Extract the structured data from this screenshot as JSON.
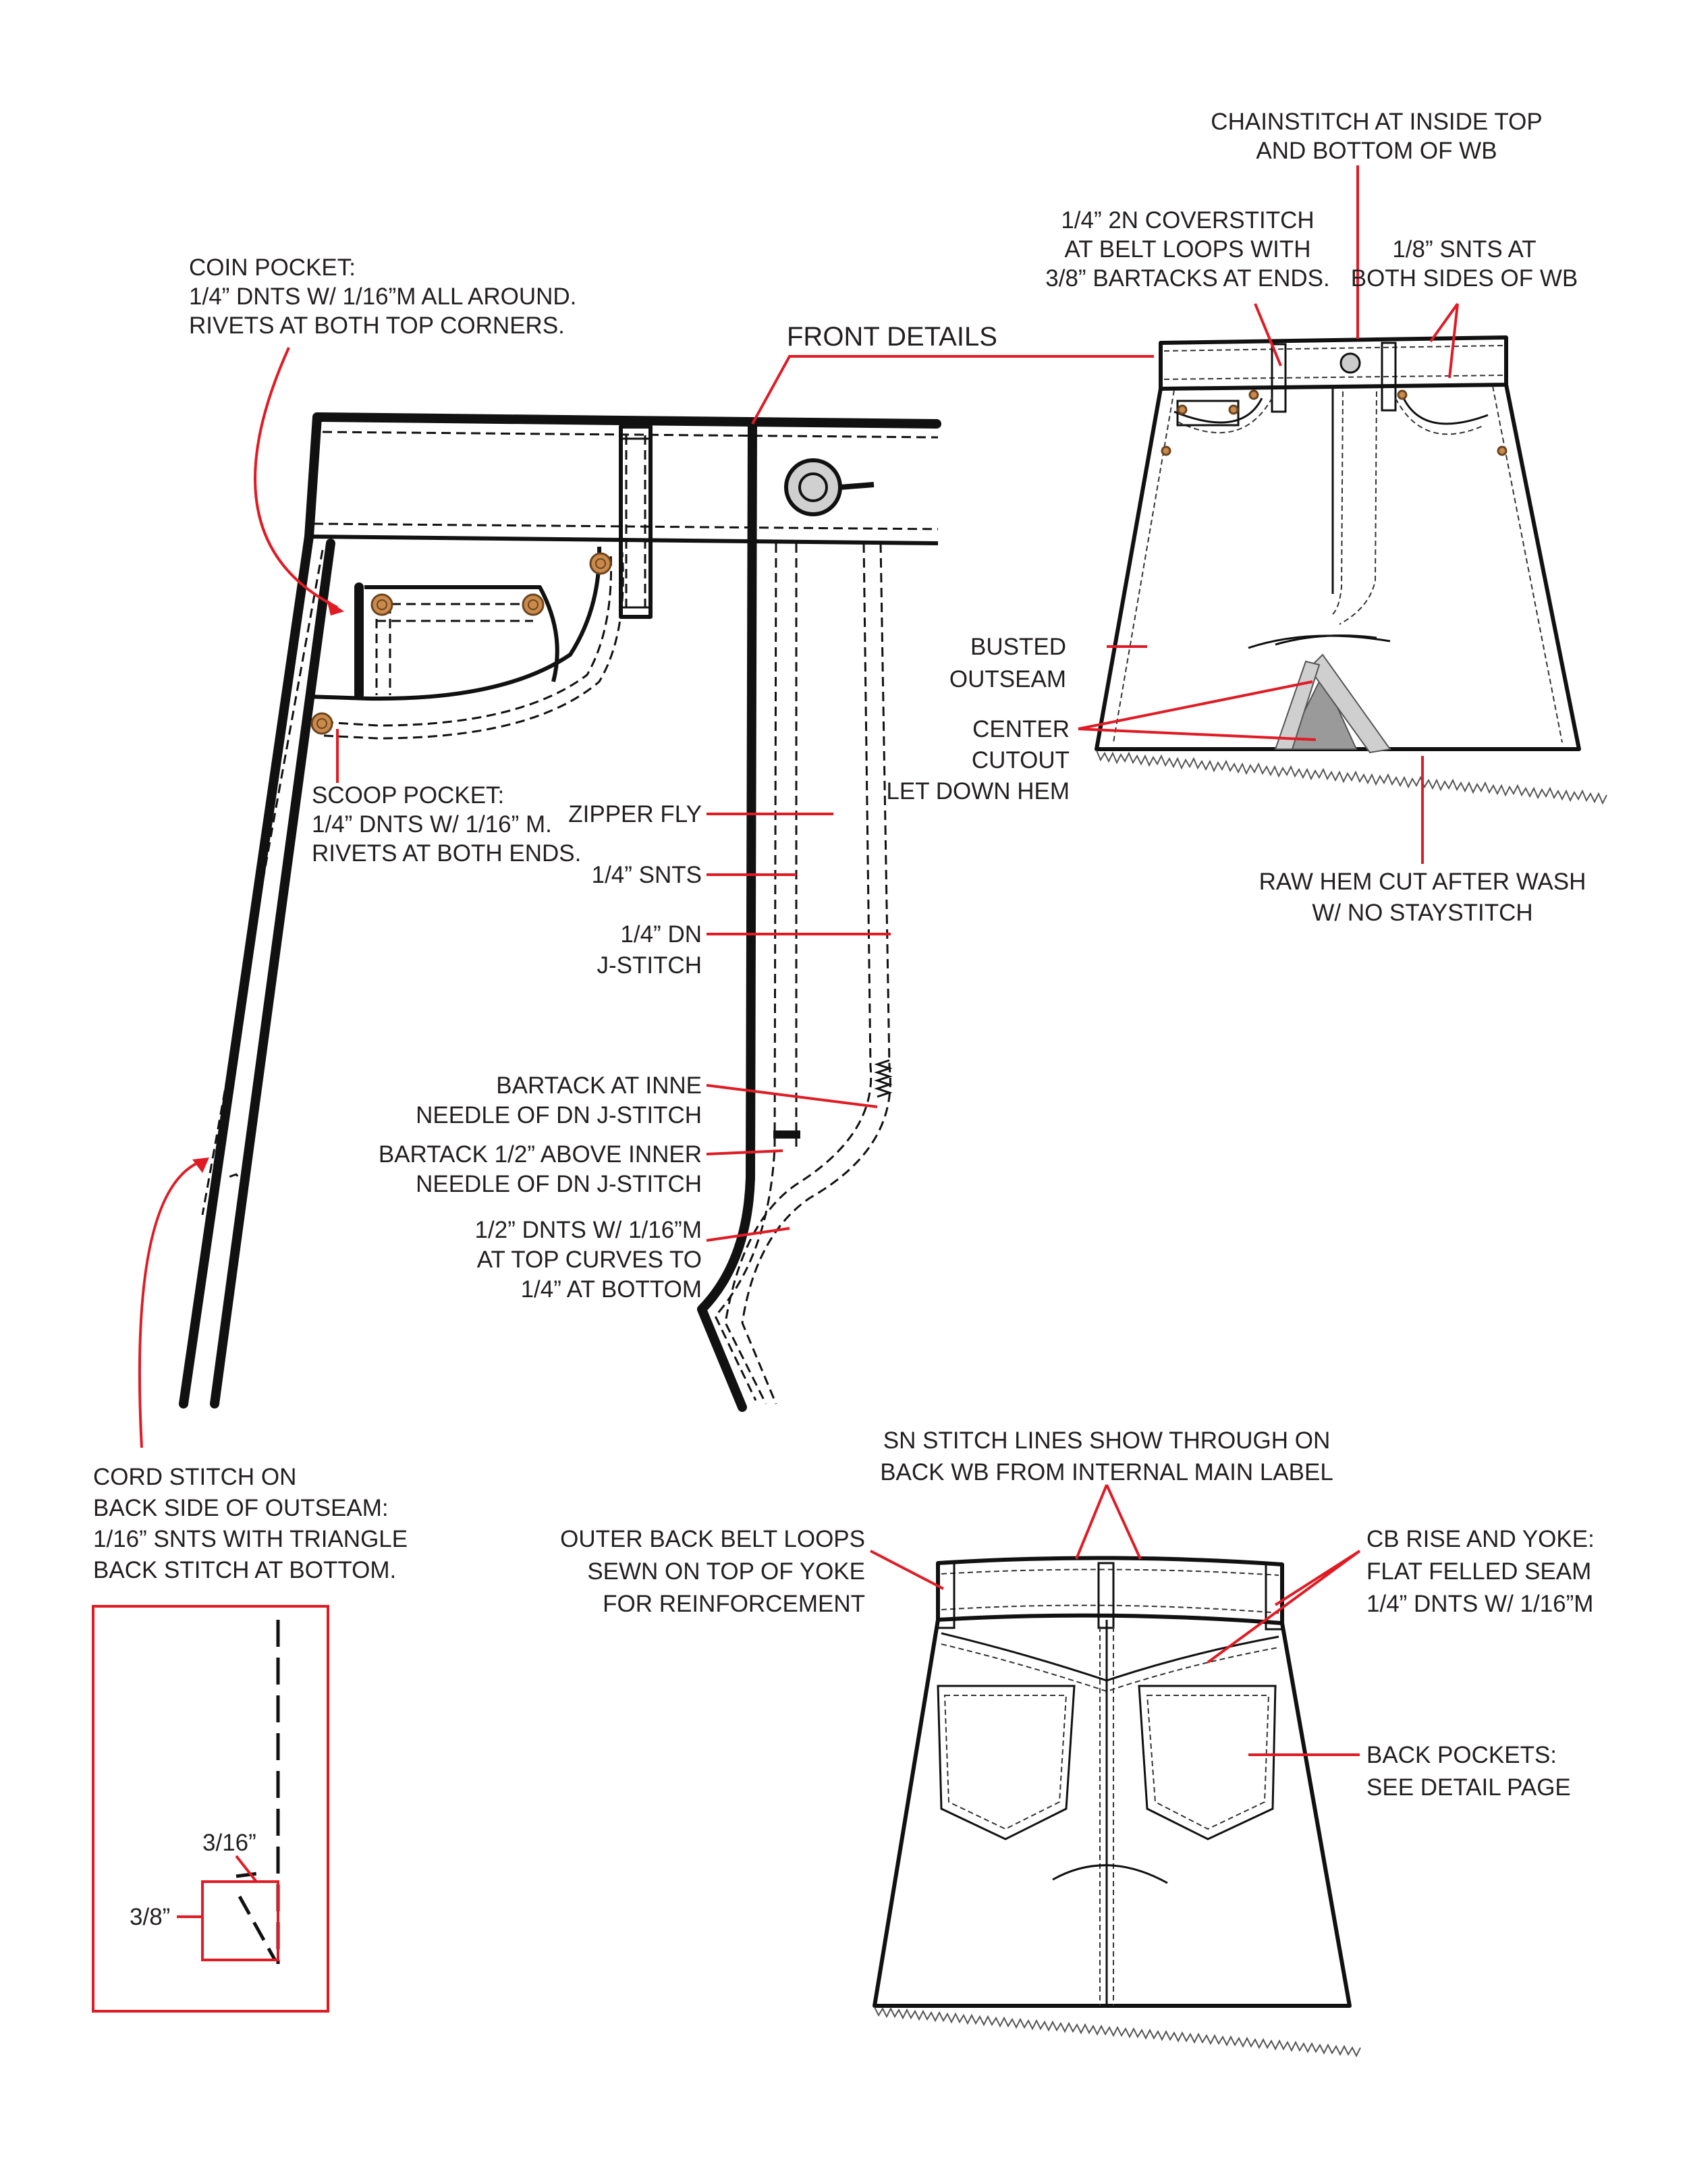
{
  "colors": {
    "callout": "#e01b24",
    "outline": "#111111",
    "rivet": "#c98a4b",
    "text": "#231f20",
    "cutout": "#9a9a9a"
  },
  "front_details": {
    "title": "FRONT DETAILS",
    "coin_pocket": [
      "COIN POCKET:",
      "1/4” DNTS W/ 1/16”M ALL AROUND.",
      "RIVETS AT BOTH TOP CORNERS."
    ],
    "scoop_pocket": [
      "SCOOP POCKET:",
      "1/4” DNTS W/ 1/16” M.",
      "RIVETS AT BOTH ENDS."
    ],
    "zipper_fly": "ZIPPER FLY",
    "snts": "1/4” SNTS",
    "dn_jstitch": [
      "1/4” DN",
      "J-STITCH"
    ],
    "bartack_inne": [
      "BARTACK AT INNE",
      "NEEDLE OF DN J-STITCH"
    ],
    "bartack_half": [
      "BARTACK 1/2” ABOVE INNER",
      "NEEDLE OF DN J-STITCH"
    ],
    "dnts_curves": [
      "1/2” DNTS W/ 1/16”M",
      "AT TOP CURVES TO",
      "1/4” AT BOTTOM"
    ]
  },
  "front_skirt": {
    "chainstitch": [
      "CHAINSTITCH AT INSIDE TOP",
      "AND BOTTOM OF WB"
    ],
    "coverstitch": [
      "1/4” 2N COVERSTITCH",
      "AT BELT LOOPS WITH",
      "3/8” BARTACKS AT ENDS."
    ],
    "snts_wb": [
      "1/8” SNTS AT",
      "BOTH SIDES OF WB"
    ],
    "busted_outseam": [
      "BUSTED",
      "OUTSEAM"
    ],
    "center_cutout": [
      "CENTER",
      "CUTOUT",
      "LET DOWN HEM"
    ],
    "raw_hem": [
      "RAW HEM CUT AFTER WASH",
      "W/ NO STAYSTITCH"
    ]
  },
  "cord_stitch": {
    "label": [
      "CORD STITCH ON",
      "BACK SIDE OF OUTSEAM:",
      "1/16” SNTS WITH TRIANGLE",
      "BACK STITCH AT BOTTOM."
    ],
    "dim_small": "3/16”",
    "dim_large": "3/8”"
  },
  "back_skirt": {
    "sn_stitch": [
      "SN STITCH LINES SHOW THROUGH ON",
      "BACK WB FROM INTERNAL MAIN LABEL"
    ],
    "outer_loops": [
      "OUTER BACK BELT LOOPS",
      "SEWN ON TOP OF YOKE",
      "FOR REINFORCEMENT"
    ],
    "cb_rise": [
      "CB RISE AND YOKE:",
      "FLAT FELLED SEAM",
      "1/4” DNTS W/ 1/16”M"
    ],
    "back_pockets": [
      "BACK POCKETS:",
      "SEE DETAIL PAGE"
    ]
  }
}
